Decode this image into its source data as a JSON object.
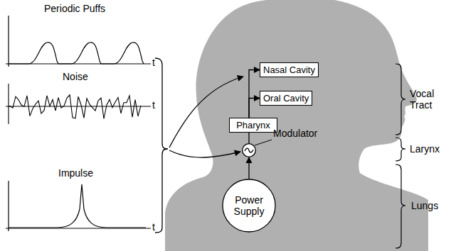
{
  "diagram": {
    "nodes": [
      {
        "text": [
          "Nasal Cavity"
        ]
      },
      {
        "text": [
          "Oral Cavity"
        ]
      },
      {
        "text": [
          "Pharynx"
        ]
      },
      {
        "text": [
          "Modulator"
        ]
      },
      {
        "text": [
          "Power Supply"
        ]
      }
    ],
    "edges": [
      {
        "from": 2,
        "to": 0,
        "arrow": "to"
      },
      {
        "from": 2,
        "to": 1,
        "arrow": "to"
      },
      {
        "from": 3,
        "to": 2,
        "arrow": "none"
      },
      {
        "from": 4,
        "to": 3,
        "arrow": "to"
      }
    ],
    "labels": [
      "Periodic Puffs",
      "t",
      "Noise",
      "t",
      "Impulse",
      "t",
      "Vocal Tract",
      "Larynx",
      "Lungs"
    ]
  }
}
